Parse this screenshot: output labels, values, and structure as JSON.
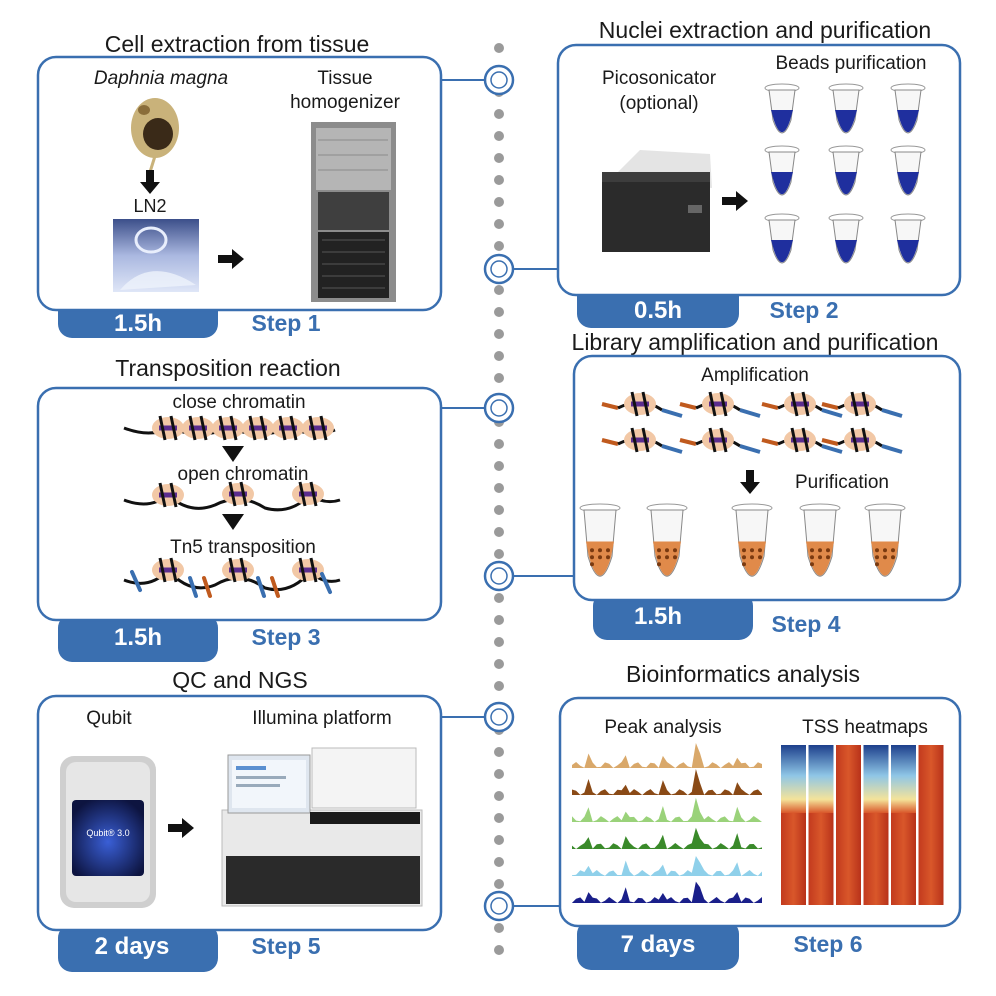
{
  "colors": {
    "accent": "#3a6fb0",
    "spine_dots": "#9a9a9a",
    "nucleosome": "#f2c8a6",
    "histone": "#5b2d8e",
    "dna": "#111111",
    "adapter_blue": "#3a6fb0",
    "adapter_orange": "#c05a1e",
    "tube_blue": "#1f2f9e",
    "tube_orange": "#e08a4a"
  },
  "steps": [
    {
      "id": 1,
      "title": "Cell extraction from tissue",
      "step_label": "Step 1",
      "duration": "1.5h",
      "labels": {
        "organism": "Daphnia magna",
        "ln2": "LN2",
        "homogenizer": "Tissue homogenizer",
        "homogenizer_line1": "Tissue",
        "homogenizer_line2": "homogenizer"
      }
    },
    {
      "id": 2,
      "title": "Nuclei extraction and purification",
      "step_label": "Step 2",
      "duration": "0.5h",
      "labels": {
        "sonicator_line1": "Picosonicator",
        "sonicator_line2": "(optional)",
        "beads": "Beads purification"
      }
    },
    {
      "id": 3,
      "title": "Transposition reaction",
      "step_label": "Step 3",
      "duration": "1.5h",
      "labels": {
        "close": "close chromatin",
        "open": "open chromatin",
        "tn5": "Tn5 transposition"
      }
    },
    {
      "id": 4,
      "title": "Library amplification and purification",
      "step_label": "Step 4",
      "duration": "1.5h",
      "labels": {
        "amplification": "Amplification",
        "purification": "Purification"
      }
    },
    {
      "id": 5,
      "title": "QC and NGS",
      "step_label": "Step 5",
      "duration": "2 days",
      "labels": {
        "qubit": "Qubit",
        "illumina": "Illumina platform",
        "qubit_screen": "Qubit® 3.0"
      }
    },
    {
      "id": 6,
      "title": "Bioinformatics analysis",
      "step_label": "Step 6",
      "duration": "7 days",
      "labels": {
        "peak": "Peak analysis",
        "tss": "TSS heatmaps"
      }
    }
  ]
}
